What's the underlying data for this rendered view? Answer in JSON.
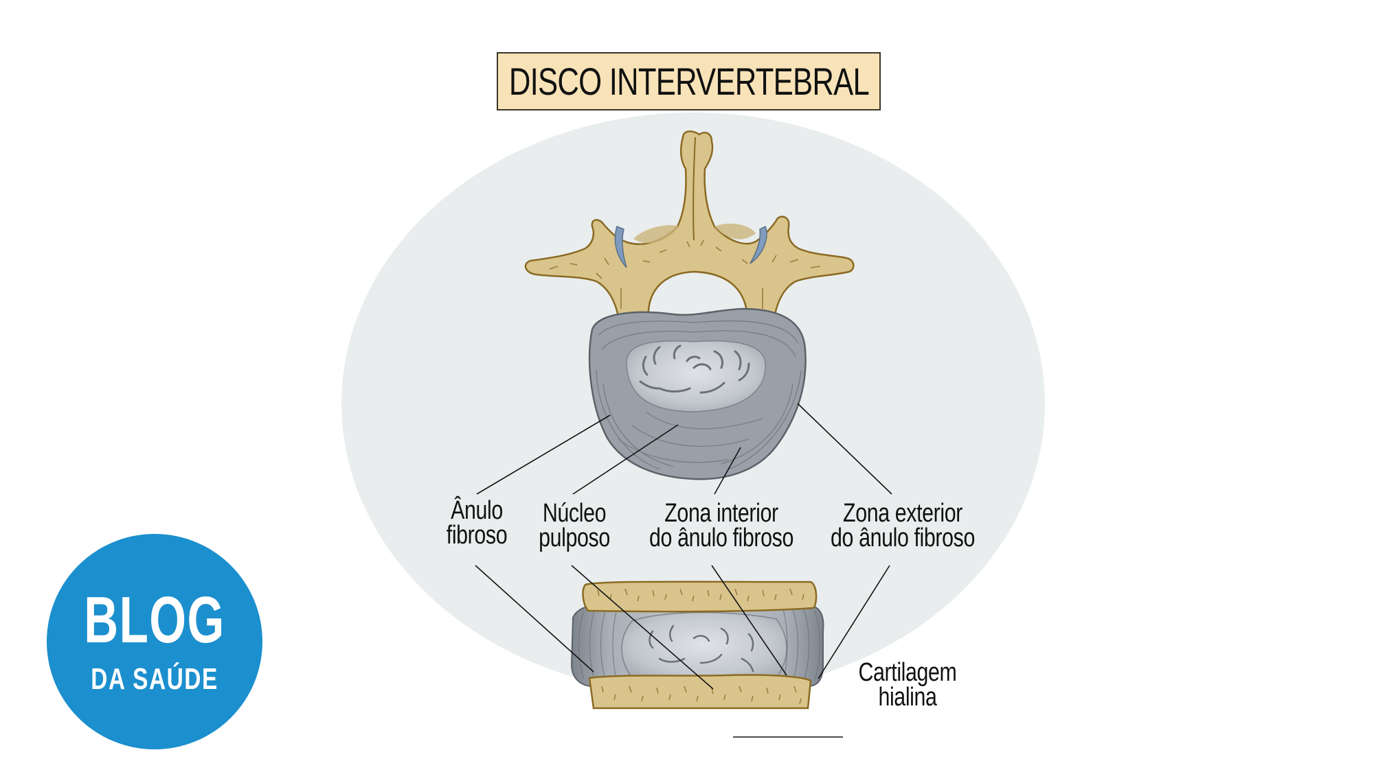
{
  "title": "DISCO INTERVERTEBRAL",
  "labels": {
    "anulo_fibroso": {
      "line1": "Ânulo",
      "line2": "fibroso"
    },
    "nucleo_pulposo": {
      "line1": "Núcleo",
      "line2": "pulposo"
    },
    "zona_interior": {
      "line1": "Zona interior",
      "line2": "do ânulo fibroso"
    },
    "zona_exterior": {
      "line1": "Zona exterior",
      "line2": "do ânulo fibroso"
    },
    "cartilagem": {
      "line1": "Cartilagem",
      "line2": "hialina"
    }
  },
  "logo": {
    "line1": "BLOG",
    "line2": "DA SAÚDE"
  },
  "colors": {
    "background": "#ffffff",
    "ellipse": "#eaedee",
    "title_box": "#f8e3b8",
    "bone": "#d9c48c",
    "bone_outline": "#8a6a22",
    "disc": "#9aa0a8",
    "nucleus": "#c9cdd2",
    "facet_blue": "#7f9bbd",
    "logo_blue": "#1c8fce"
  }
}
